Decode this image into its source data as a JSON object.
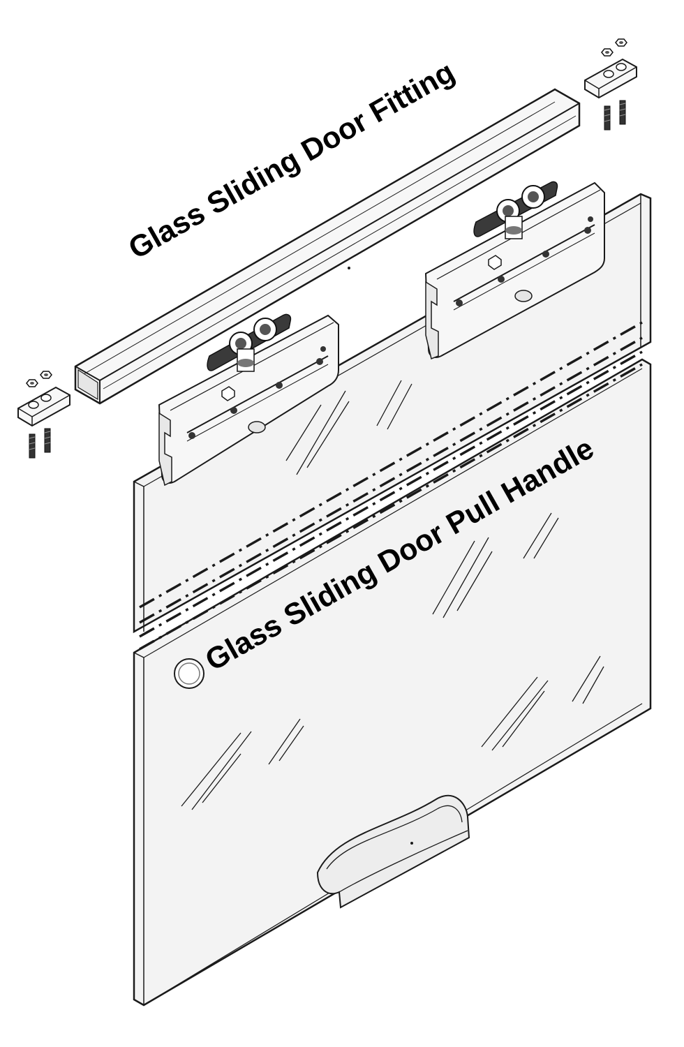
{
  "labels": {
    "fitting": "Glass Sliding Door Fitting",
    "pull_handle": "Glass Sliding Door Pull Handle"
  },
  "colors": {
    "line": "#1a1a1a",
    "glass": "#f3f3f3",
    "metal": "#f7f7f7",
    "dark": "#333333",
    "background": "#ffffff"
  },
  "icons": {
    "track": "aluminium-rail",
    "roller": "roller-carriage",
    "stopper": "end-stop-clamp",
    "handle": "flush-pull-handle"
  }
}
